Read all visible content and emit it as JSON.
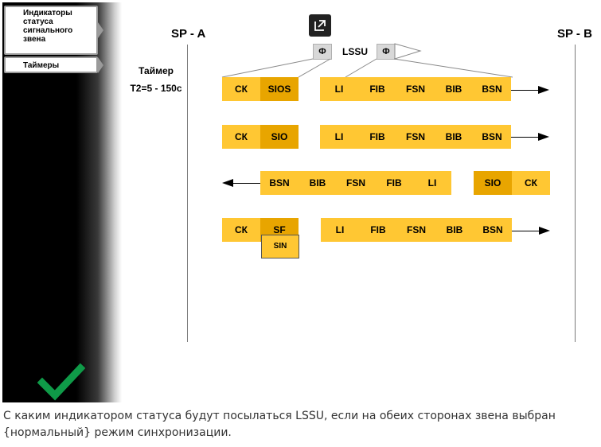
{
  "sidebar": {
    "tabs": [
      {
        "label": "Индикаторы статуса сигнального звена"
      },
      {
        "label": "Таймеры"
      }
    ]
  },
  "diagram": {
    "sp_a": "SP - A",
    "sp_b": "SP - B",
    "timer_title": "Таймер",
    "timer_value": "T2=5 - 150с",
    "lssu_label": "LSSU",
    "phi": "Ф",
    "rows": [
      {
        "left": [
          "СК",
          "SIOS"
        ],
        "right": [
          "LI",
          "FIB",
          "FSN",
          "BIB",
          "BSN"
        ]
      },
      {
        "left": [
          "СК",
          "SIO"
        ],
        "right": [
          "LI",
          "FIB",
          "FSN",
          "BIB",
          "BSN"
        ]
      },
      {
        "left": [
          "BSN",
          "BIB",
          "FSN",
          "FIB",
          "LI"
        ],
        "right": [
          "SIO",
          "СК"
        ]
      },
      {
        "left": [
          "СК",
          "SF"
        ],
        "right": [
          "LI",
          "FIB",
          "FSN",
          "BIB",
          "BSN"
        ]
      }
    ],
    "sin": "SIN"
  },
  "question": "С каким индикатором статуса будут посылаться LSSU, если на обеих сторонах звена выбран {нормальный} режим синхронизации."
}
